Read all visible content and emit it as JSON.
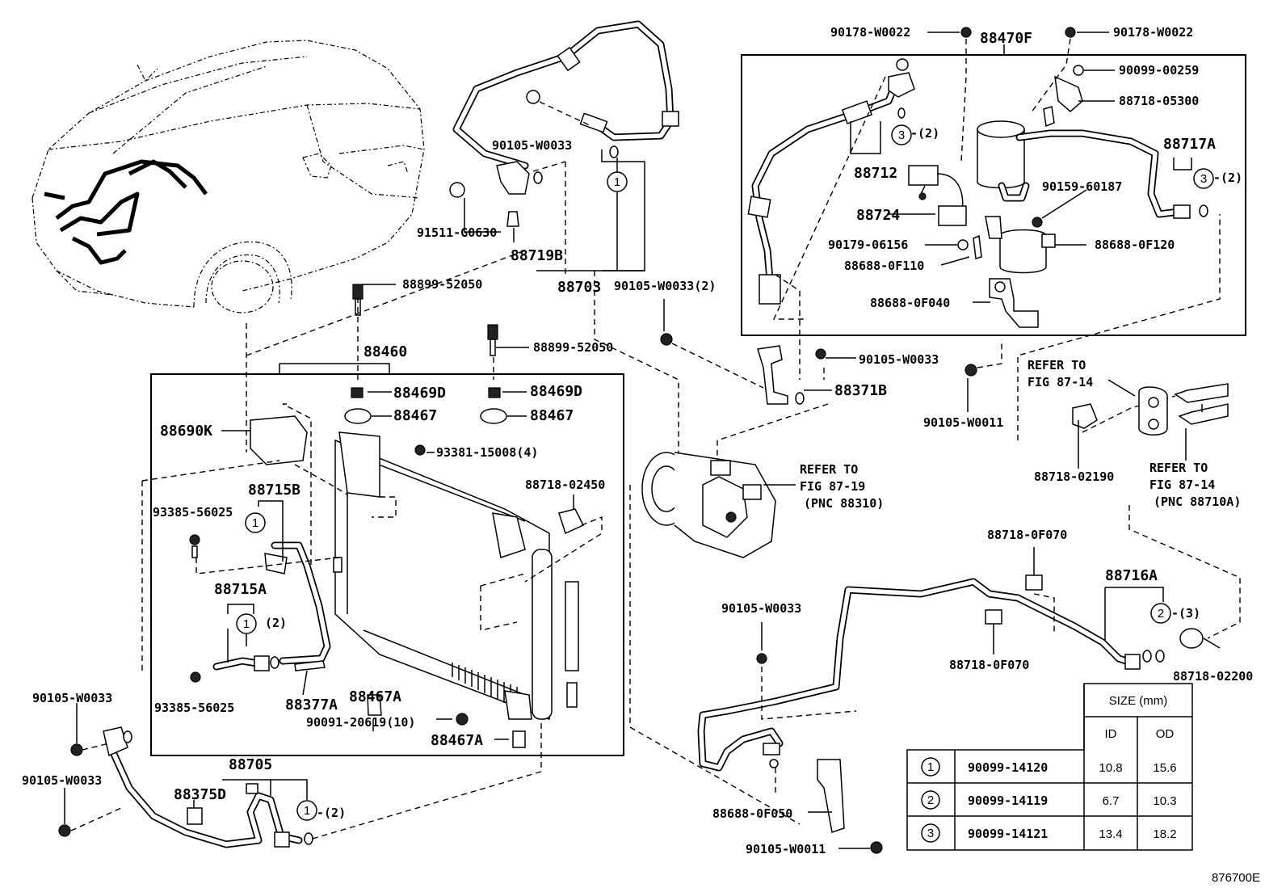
{
  "diagram": {
    "figure_id": "876700E",
    "labels": {
      "l90178_left": "90178-W0022",
      "l88470F": "88470F",
      "l90178_right": "90178-W0022",
      "l90099_00259": "90099-00259",
      "l88718_05300": "88718-05300",
      "l88717A": "88717A",
      "l88717A_qty": "-(2)",
      "l88712": "88712",
      "l88712_qty": "-(2)",
      "l90159_60187": "90159-60187",
      "l88724": "88724",
      "l90179_06156": "90179-06156",
      "l88688_0F110": "88688-0F110",
      "l88688_0F120": "88688-0F120",
      "l88688_0F040": "88688-0F040",
      "l90105_W0033_top": "90105-W0033",
      "l91511_G0630": "91511-G0630",
      "l88719B": "88719B",
      "l88703": "88703",
      "l90105_W0033_2": "90105-W0033(2)",
      "l88899_52050_a": "88899-52050",
      "l88899_52050_b": "88899-52050",
      "l88460": "88460",
      "l88469D_a": "88469D",
      "l88469D_b": "88469D",
      "l88467_a": "88467",
      "l88467_b": "88467",
      "l93381_15008": "93381-15008(4)",
      "l88690K": "88690K",
      "l88715B": "88715B",
      "l93385_56025_a": "93385-56025",
      "l88715A": "88715A",
      "l88715A_qty": "(2)",
      "l93385_56025_b": "93385-56025",
      "l88377A": "88377A",
      "l88467A_a": "88467A",
      "l90091_20619": "90091-20619(10)",
      "l88467A_b": "88467A",
      "l88718_02450": "88718-02450",
      "l90105_W0033_mid": "90105-W0033",
      "l88371B": "88371B",
      "l90105_W0011_mid": "90105-W0011",
      "l90105_W0033_left1": "90105-W0033",
      "l90105_W0033_left2": "90105-W0033",
      "l88705": "88705",
      "l88375D": "88375D",
      "l88705_qty": "-(2)",
      "l88718_0F070_a": "88718-0F070",
      "l88718_0F070_b": "88718-0F070",
      "l88716A": "88716A",
      "l88716A_qty": "-(3)",
      "l88718_02200": "88718-02200",
      "l90105_W0033_low": "90105-W0033",
      "l88688_0F050": "88688-0F050",
      "l90105_W0011_low": "90105-W0011",
      "l88718_02190": "88718-02190"
    },
    "refs": {
      "comp_1": "REFER TO",
      "comp_2": "FIG 87-19",
      "comp_3": "(PNC 88310)",
      "fig1_1": "REFER TO",
      "fig1_2": "FIG 87-14",
      "fig2_1": "REFER TO",
      "fig2_2": "FIG 87-14",
      "fig2_3": "(PNC 88710A)"
    },
    "callout_numbers": {
      "one": "1",
      "two": "2",
      "three": "3"
    },
    "size_table": {
      "title": "SIZE (mm)",
      "col_id": "ID",
      "col_od": "OD",
      "rows": [
        {
          "ref": "1",
          "part": "90099-14120",
          "id": "10.8",
          "od": "15.6"
        },
        {
          "ref": "2",
          "part": "90099-14119",
          "id": "6.7",
          "od": "10.3"
        },
        {
          "ref": "3",
          "part": "90099-14121",
          "id": "13.4",
          "od": "18.2"
        }
      ]
    }
  }
}
